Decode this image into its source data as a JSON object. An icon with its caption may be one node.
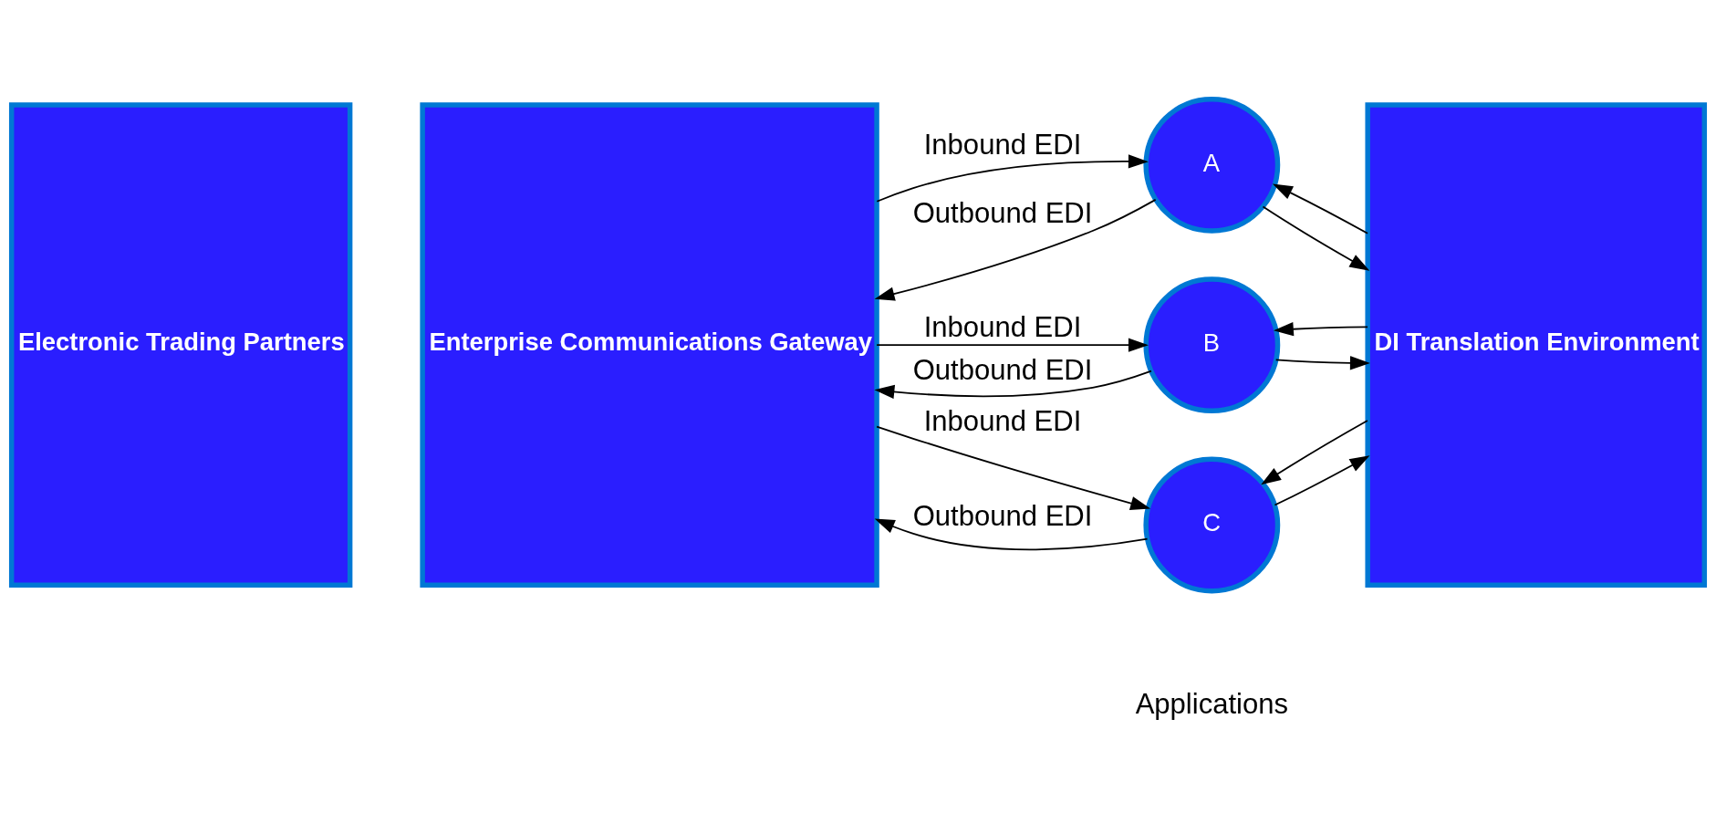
{
  "diagram": {
    "nodes": [
      {
        "text": [
          "Electronic Trading Partners"
        ]
      },
      {
        "text": [
          "Enterprise Communications Gateway"
        ]
      },
      {
        "text": [
          "A"
        ]
      },
      {
        "text": [
          "B"
        ]
      },
      {
        "text": [
          "C"
        ]
      },
      {
        "text": [
          "DI Translation Environment"
        ]
      }
    ],
    "edges": [
      {
        "from": 1,
        "to": 2,
        "arrow": "to",
        "label": "Inbound EDI"
      },
      {
        "from": 2,
        "to": 1,
        "arrow": "to",
        "label": "Outbound EDI"
      },
      {
        "from": 2,
        "to": 5,
        "arrow": "to"
      },
      {
        "from": 5,
        "to": 2,
        "arrow": "to"
      },
      {
        "from": 1,
        "to": 3,
        "arrow": "to",
        "label": "Inbound EDI"
      },
      {
        "from": 3,
        "to": 1,
        "arrow": "to",
        "label": "Outbound EDI"
      },
      {
        "from": 3,
        "to": 5,
        "arrow": "to"
      },
      {
        "from": 5,
        "to": 3,
        "arrow": "to"
      },
      {
        "from": 1,
        "to": 4,
        "arrow": "to",
        "label": "Inbound EDI"
      },
      {
        "from": 4,
        "to": 1,
        "arrow": "to",
        "label": "Outbound EDI"
      },
      {
        "from": 4,
        "to": 5,
        "arrow": "to"
      },
      {
        "from": 5,
        "to": 4,
        "arrow": "to"
      }
    ],
    "labels": [
      "Applications"
    ]
  }
}
